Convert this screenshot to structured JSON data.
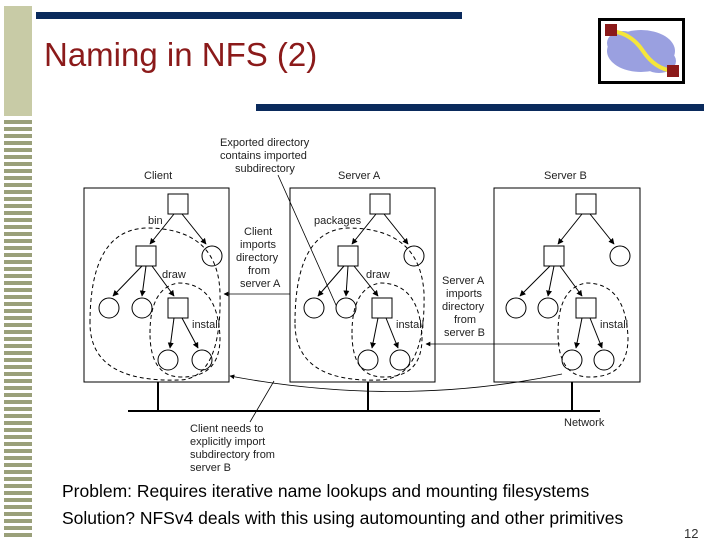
{
  "slide": {
    "title": "Naming in NFS (2)",
    "slide_number": "12",
    "lines": [
      "Problem: Requires iterative name lookups and mounting filesystems",
      "Solution? NFSv4 deals with this using automounting and other primitives"
    ]
  },
  "diagram": {
    "hosts": [
      "Client",
      "Server A",
      "Server B"
    ],
    "node_labels": {
      "bin": "bin",
      "packages": "packages",
      "draw_client": "draw",
      "draw_server_a": "draw",
      "install_client": "install",
      "install_server_a": "install",
      "install_server_b": "install"
    },
    "annotations": {
      "exported": [
        "Exported directory",
        "contains imported",
        "subdirectory"
      ],
      "client_imports": [
        "Client",
        "imports",
        "directory",
        "from",
        "server A"
      ],
      "server_a_imports": [
        "Server A",
        "imports",
        "directory",
        "from",
        "server B"
      ],
      "client_needs": [
        "Client needs to",
        "explicitly import",
        "subdirectory from",
        "server B"
      ]
    },
    "network_label": "Network"
  },
  "colors": {
    "title": "#8b1a1a",
    "bar": "#0a2a5c",
    "stripe": "#9aa07a",
    "logo_cloud": "#9aa0e0",
    "logo_line": "#f5e63a",
    "logo_node": "#8b1a1a"
  }
}
